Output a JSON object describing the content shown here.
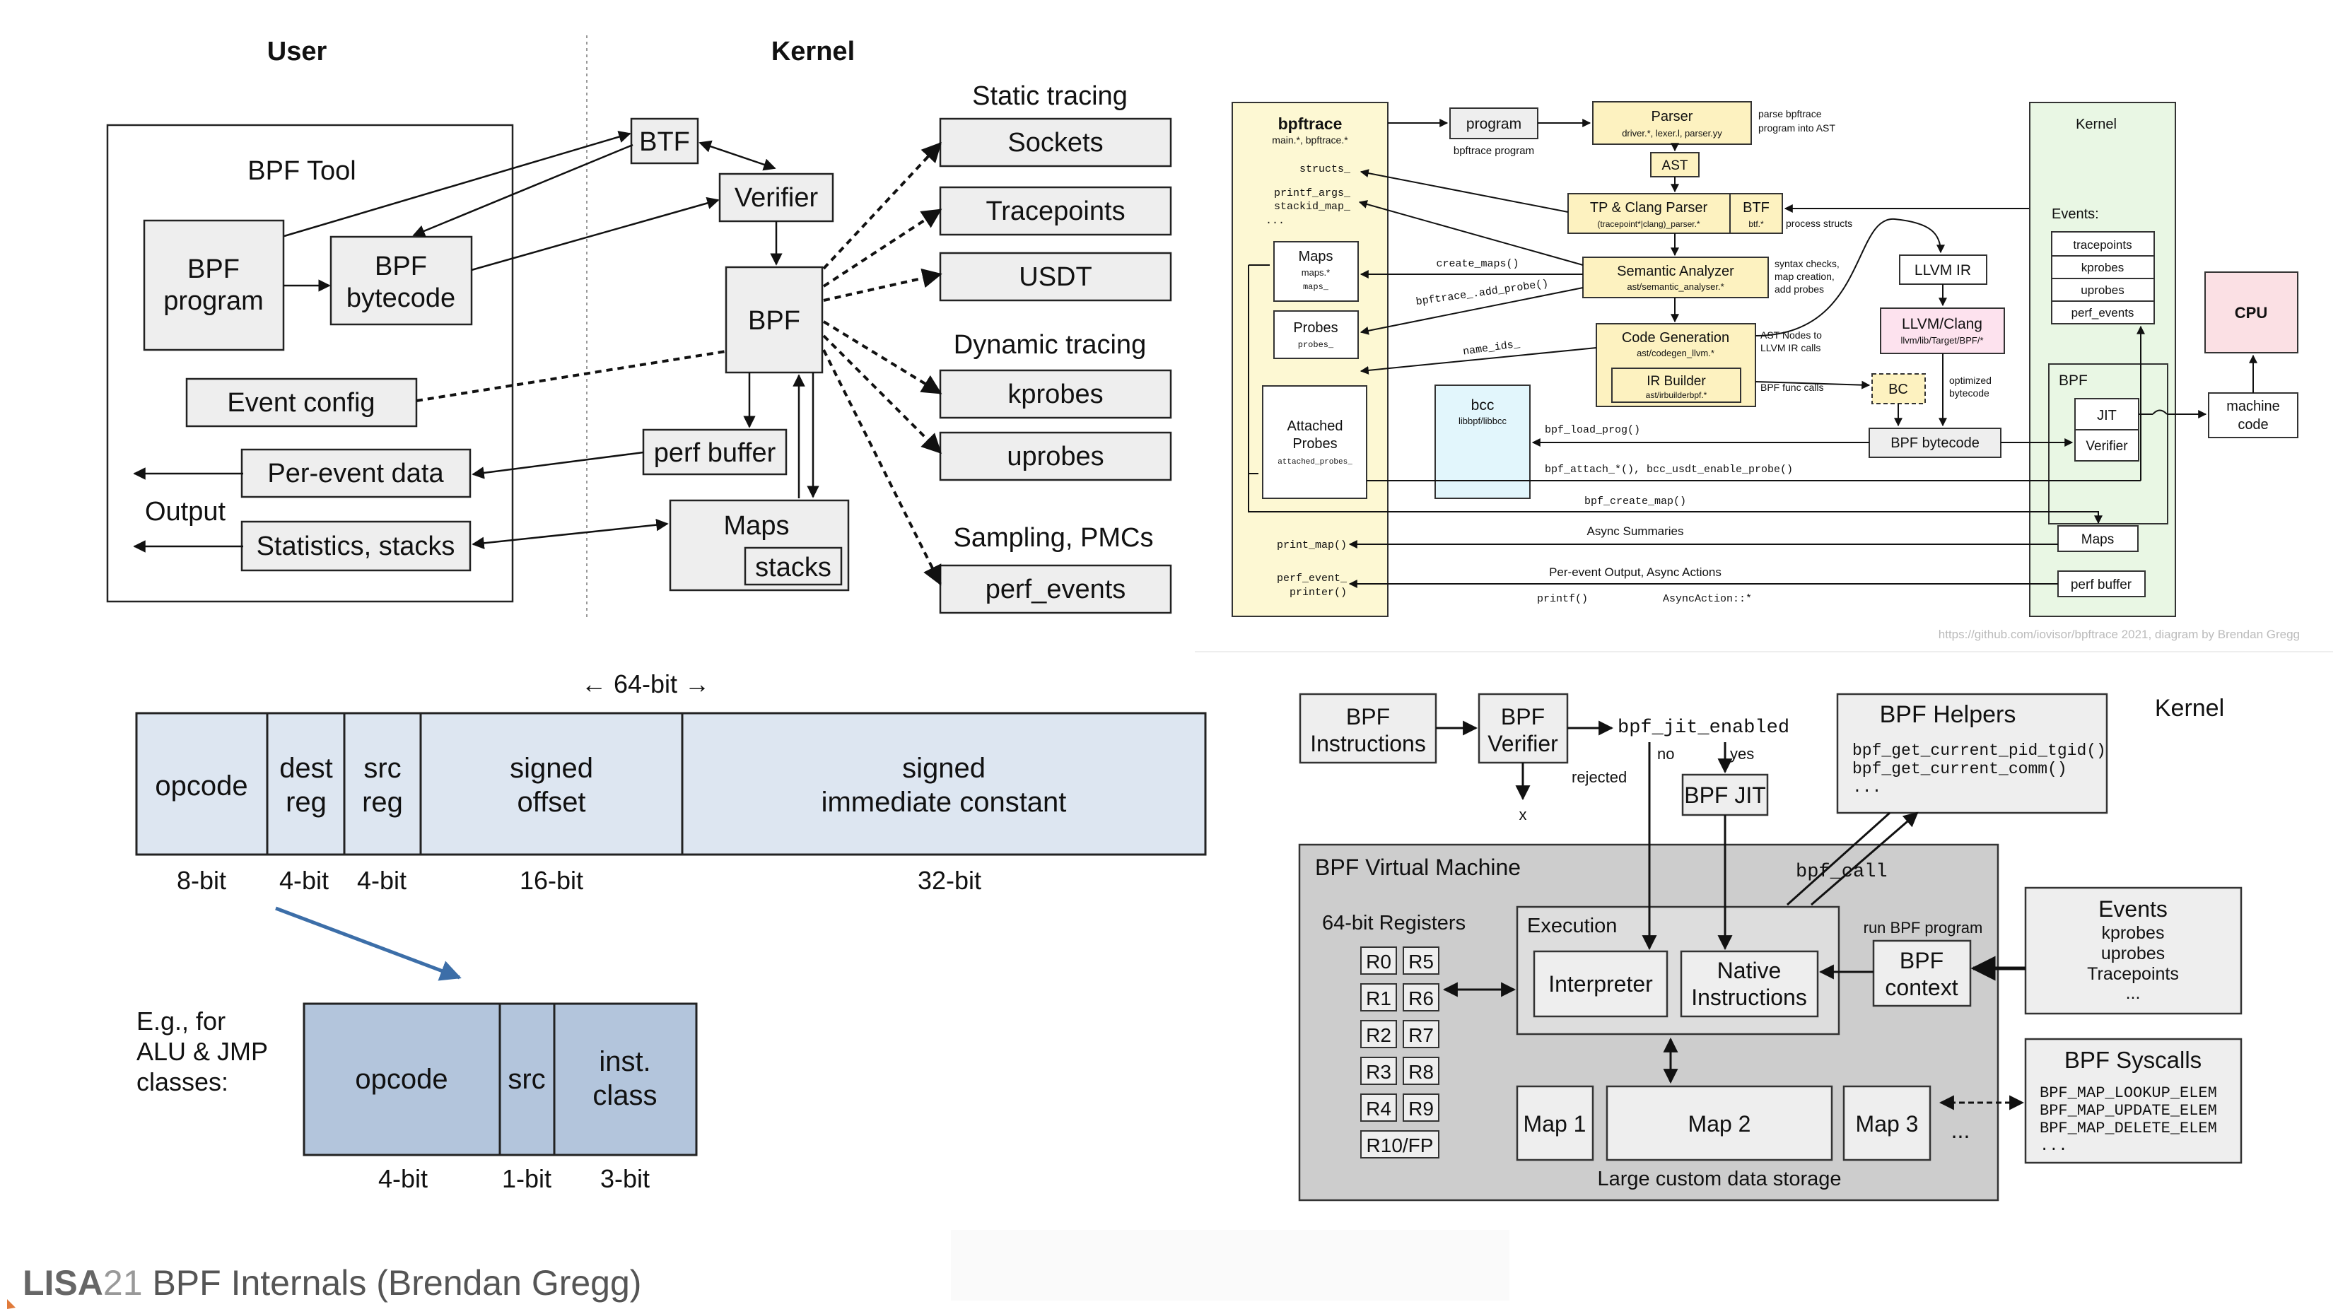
{
  "footer": {
    "brand": "LISA",
    "year": "21",
    "title": "BPF Internals (Brendan Gregg)"
  },
  "d1": {
    "user": "User",
    "kernel": "Kernel",
    "bpf_tool": "BPF Tool",
    "bpf_program": [
      "BPF",
      "program"
    ],
    "bpf_bytecode": [
      "BPF",
      "bytecode"
    ],
    "event_config": "Event config",
    "per_event_data": "Per-event data",
    "output": "Output",
    "stats_stacks": "Statistics, stacks",
    "btf": "BTF",
    "verifier": "Verifier",
    "bpf": "BPF",
    "perf_buffer": "perf buffer",
    "maps": "Maps",
    "stacks": "stacks",
    "static_tracing": "Static tracing",
    "sockets": "Sockets",
    "tracepoints": "Tracepoints",
    "usdt": "USDT",
    "dynamic_tracing": "Dynamic tracing",
    "kprobes": "kprobes",
    "uprobes": "uprobes",
    "sampling": "Sampling, PMCs",
    "perf_events": "perf_events"
  },
  "d2": {
    "bpftrace": "bpftrace",
    "bpftrace_sub": "main.*, bpftrace.*",
    "structs": "structs_",
    "printf_args": "printf_args_",
    "stackid_map": "stackid_map_",
    "dots": "...",
    "program": "program",
    "bpftrace_program": "bpftrace program",
    "parser": "Parser",
    "parser_sub": "driver.*, lexer.l, parser.yy",
    "parse_note": [
      "parse bpftrace",
      "program into AST"
    ],
    "ast": "AST",
    "tp_clang": "TP & Clang Parser",
    "tp_clang_sub": "(tracepoint*|clang)_parser.*",
    "btf": "BTF",
    "btf_sub": "btf.*",
    "process_structs": "process structs",
    "kernel": "Kernel",
    "events": "Events:",
    "ev_list": [
      "tracepoints",
      "kprobes",
      "uprobes",
      "perf_events"
    ],
    "maps": "Maps",
    "maps_sub1": "maps.*",
    "maps_sub2": "maps_",
    "create_maps": "create_maps()",
    "semantic": "Semantic Analyzer",
    "semantic_sub": "ast/semantic_analyser.*",
    "sem_note": [
      "syntax checks,",
      "map creation,",
      "add probes"
    ],
    "llvm_ir": "LLVM IR",
    "probes": "Probes",
    "probes_sub": "probes_",
    "add_probe": "bpftrace_.add_probe()",
    "llvm_clang": "LLVM/Clang",
    "llvm_clang_sub": "llvm/lib/Target/BPF/*",
    "cpu": "CPU",
    "name_ids": "name_ids_",
    "codegen": "Code Generation",
    "codegen_sub": "ast/codegen_llvm.*",
    "irbuilder": "IR Builder",
    "irbuilder_sub": "ast/irbuilderbpf.*",
    "ast_nodes": [
      "AST Nodes to",
      "LLVM IR calls"
    ],
    "bpf_func": "BPF func calls",
    "bc": "BC",
    "optimized": [
      "optimized",
      "bytecode"
    ],
    "bpf": "BPF",
    "jit": "JIT",
    "verifier": "Verifier",
    "machine_code": [
      "machine",
      "code"
    ],
    "attached": [
      "Attached",
      "Probes"
    ],
    "attached_sub": "attached_probes_",
    "bcc": "bcc",
    "bcc_sub": "libbpf/libbcc",
    "load_prog": "bpf_load_prog()",
    "bpf_bytecode": "BPF bytecode",
    "attach": "bpf_attach_*(), bcc_usdt_enable_probe()",
    "create_map": "bpf_create_map()",
    "print_map": "print_map()",
    "async_summaries": "Async Summaries",
    "kmaps": "Maps",
    "perf_event_printer": [
      "perf_event_",
      "printer()"
    ],
    "per_event_output": "Per-event Output, Async Actions",
    "printf": "printf()",
    "async_action": "AsyncAction::*",
    "perf_buffer": "perf buffer",
    "credit": "https://github.com/iovisor/bpftrace 2021, diagram by Brendan Gregg"
  },
  "d3": {
    "bits": "← 64-bit →",
    "fields": [
      [
        "opcode"
      ],
      [
        "dest",
        "reg"
      ],
      [
        "src",
        "reg"
      ],
      [
        "signed",
        "offset"
      ],
      [
        "signed",
        "immediate constant"
      ]
    ],
    "sizes": [
      "8-bit",
      "4-bit",
      "4-bit",
      "16-bit",
      "32-bit"
    ],
    "eg": [
      "E.g., for",
      "ALU & JMP",
      "classes:"
    ],
    "sub_fields": [
      [
        "opcode"
      ],
      [
        "src"
      ],
      [
        "inst.",
        "class"
      ]
    ],
    "sub_sizes": [
      "4-bit",
      "1-bit",
      "3-bit"
    ],
    "colors": {
      "main": "#dde6f1",
      "sub": "#b3c5dc",
      "arrow": "#3c6ea8"
    }
  },
  "d4": {
    "bpf_instructions": [
      "BPF",
      "Instructions"
    ],
    "bpf_verifier": [
      "BPF",
      "Verifier"
    ],
    "jit_enabled": "bpf_jit_enabled",
    "rejected": "rejected",
    "x": "x",
    "no": "no",
    "yes": "yes",
    "bpf_jit": "BPF JIT",
    "helpers": "BPF Helpers",
    "helpers_list": [
      "bpf_get_current_pid_tgid()",
      "bpf_get_current_comm()",
      "..."
    ],
    "kernel": "Kernel",
    "vm": "BPF Virtual Machine",
    "bpf_call": "bpf_call",
    "registers": "64-bit Registers",
    "regs": [
      [
        "R0",
        "R5"
      ],
      [
        "R1",
        "R6"
      ],
      [
        "R2",
        "R7"
      ],
      [
        "R3",
        "R8"
      ],
      [
        "R4",
        "R9"
      ]
    ],
    "r10": "R10/FP",
    "execution": "Execution",
    "interpreter": "Interpreter",
    "native": [
      "Native",
      "Instructions"
    ],
    "run_prog": "run BPF program",
    "bpf_context": [
      "BPF",
      "context"
    ],
    "events_title": "Events",
    "events_list": [
      "kprobes",
      "uprobes",
      "Tracepoints",
      "..."
    ],
    "maps": [
      "Map 1",
      "Map 2",
      "Map 3"
    ],
    "maps_more": "...",
    "storage": "Large custom data storage",
    "syscalls": "BPF Syscalls",
    "syscall_list": [
      "BPF_MAP_LOOKUP_ELEM",
      "BPF_MAP_UPDATE_ELEM",
      "BPF_MAP_DELETE_ELEM",
      "..."
    ]
  }
}
